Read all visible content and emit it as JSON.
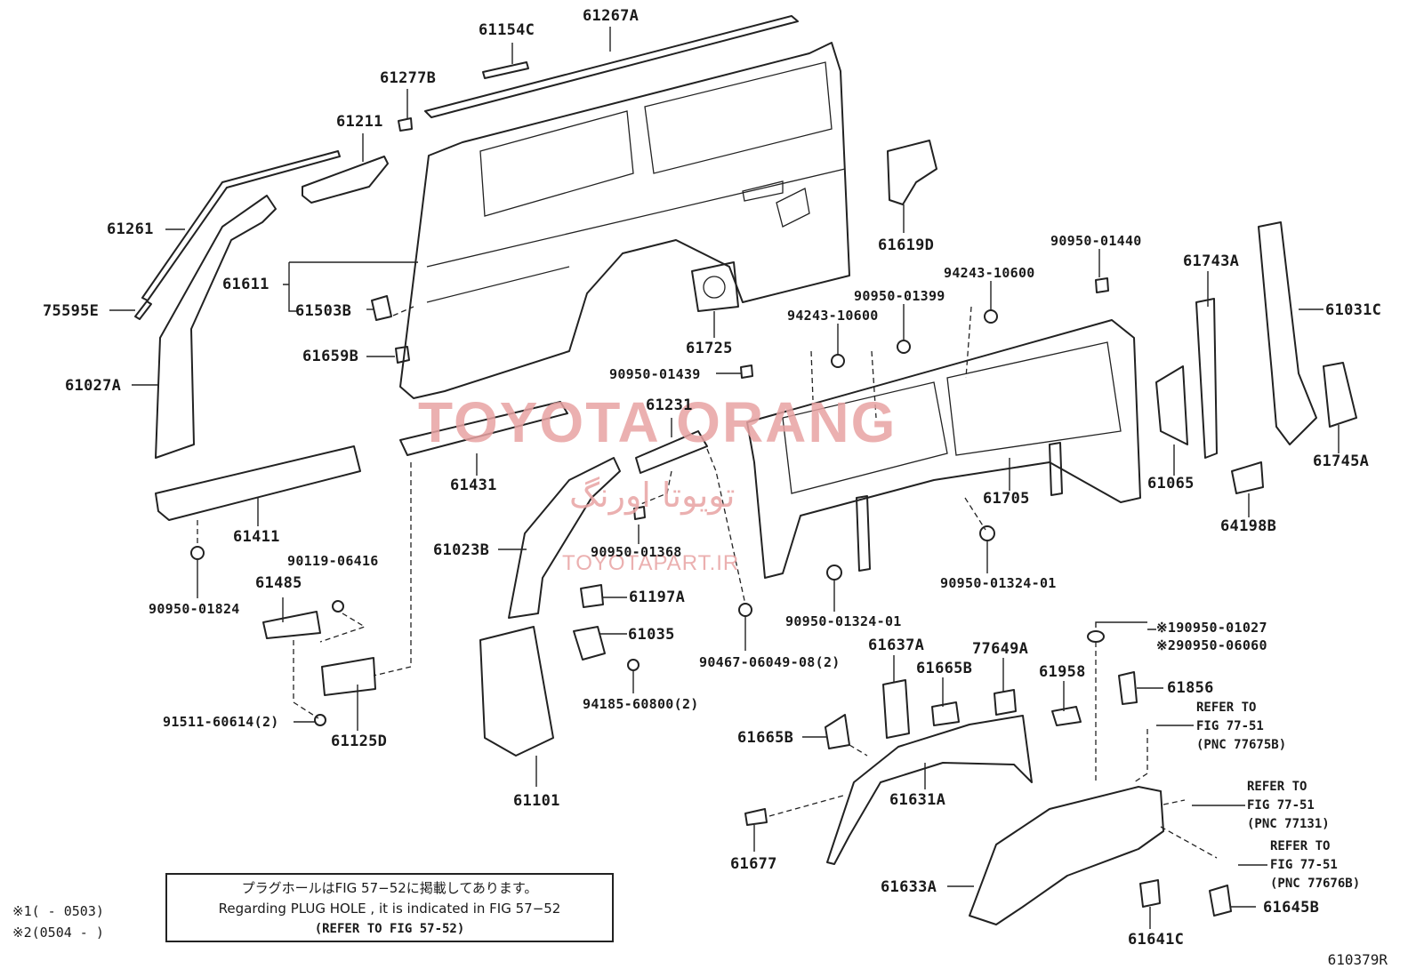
{
  "watermark": {
    "brand": "TOYOTA ORANG",
    "arabic": "تويوتا اورنگ",
    "site": "TOYOTAPART.IR"
  },
  "parts": [
    {
      "id": "61154C",
      "label": "61154C"
    },
    {
      "id": "61267A",
      "label": "61267A"
    },
    {
      "id": "61277B",
      "label": "61277B"
    },
    {
      "id": "61211",
      "label": "61211"
    },
    {
      "id": "61261",
      "label": "61261"
    },
    {
      "id": "61611",
      "label": "61611"
    },
    {
      "id": "75595E",
      "label": "75595E"
    },
    {
      "id": "61503B",
      "label": "61503B"
    },
    {
      "id": "61659B",
      "label": "61659B"
    },
    {
      "id": "61027A",
      "label": "61027A"
    },
    {
      "id": "61725",
      "label": "61725"
    },
    {
      "id": "61619D",
      "label": "61619D"
    },
    {
      "id": "90950-01440",
      "label": "90950-01440"
    },
    {
      "id": "94243-10600a",
      "label": "94243-10600"
    },
    {
      "id": "61743A",
      "label": "61743A"
    },
    {
      "id": "90950-01399",
      "label": "90950-01399"
    },
    {
      "id": "94243-10600b",
      "label": "94243-10600"
    },
    {
      "id": "61031C",
      "label": "61031C"
    },
    {
      "id": "90950-01439",
      "label": "90950-01439"
    },
    {
      "id": "61231",
      "label": "61231"
    },
    {
      "id": "61431",
      "label": "61431"
    },
    {
      "id": "61065",
      "label": "61065"
    },
    {
      "id": "61745A",
      "label": "61745A"
    },
    {
      "id": "61705",
      "label": "61705"
    },
    {
      "id": "61411",
      "label": "61411"
    },
    {
      "id": "64198B",
      "label": "64198B"
    },
    {
      "id": "61023B",
      "label": "61023B"
    },
    {
      "id": "90950-01368",
      "label": "90950-01368"
    },
    {
      "id": "90119-06416",
      "label": "90119-06416"
    },
    {
      "id": "61485",
      "label": "61485"
    },
    {
      "id": "90950-01324-01a",
      "label": "90950-01324-01"
    },
    {
      "id": "90950-01824",
      "label": "90950-01824"
    },
    {
      "id": "61197A",
      "label": "61197A"
    },
    {
      "id": "90950-01324-01b",
      "label": "90950-01324-01"
    },
    {
      "id": "61035",
      "label": "61035"
    },
    {
      "id": "90950-01027",
      "label": "※190950-01027"
    },
    {
      "id": "90950-06060",
      "label": "※290950-06060"
    },
    {
      "id": "90467-06049-08",
      "label": "90467-06049-08(2)"
    },
    {
      "id": "61637A",
      "label": "61637A"
    },
    {
      "id": "77649A",
      "label": "77649A"
    },
    {
      "id": "61665Ba",
      "label": "61665B"
    },
    {
      "id": "61958",
      "label": "61958"
    },
    {
      "id": "61856",
      "label": "61856"
    },
    {
      "id": "94185-60800",
      "label": "94185-60800(2)"
    },
    {
      "id": "91511-60614",
      "label": "91511-60614(2)"
    },
    {
      "id": "61125D",
      "label": "61125D"
    },
    {
      "id": "61665Bb",
      "label": "61665B"
    },
    {
      "id": "61101",
      "label": "61101"
    },
    {
      "id": "61631A",
      "label": "61631A"
    },
    {
      "id": "61677",
      "label": "61677"
    },
    {
      "id": "61633A",
      "label": "61633A"
    },
    {
      "id": "61645B",
      "label": "61645B"
    },
    {
      "id": "61641C",
      "label": "61641C"
    }
  ],
  "refs": [
    {
      "refer": "REFER TO",
      "fig": "FIG 77-51",
      "pnc": "(PNC 77675B)"
    },
    {
      "refer": "REFER TO",
      "fig": "FIG 77-51",
      "pnc": "(PNC 77131)"
    },
    {
      "refer": "REFER TO",
      "fig": "FIG 77-51",
      "pnc": "(PNC 77676B)"
    }
  ],
  "note": {
    "line_ja": "プラグホールはFIG 57−52に掲載してあります。",
    "line_en": "Regarding PLUG HOLE , it is indicated in FIG 57−52",
    "line_ref": "(REFER TO FIG 57-52)"
  },
  "periods": {
    "p1": "※1(    - 0503)",
    "p2": "※2(0504 -     )"
  },
  "diagram_id": "610379R"
}
